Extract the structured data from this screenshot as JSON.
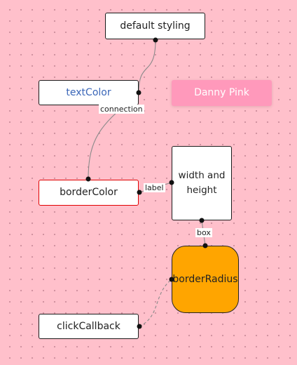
{
  "nodes": {
    "default_styling": "default styling",
    "text_color": "textColor",
    "danny_pink": "Danny Pink",
    "border_color": "borderColor",
    "width_and_height": "width and height",
    "border_radius": "borderRadius",
    "click_callback": "clickCallback"
  },
  "edge_labels": {
    "connection": "connection",
    "label": "label",
    "box": "box"
  },
  "colors": {
    "canvas_background": "#ffc0cb",
    "danny_pink_fill": "#ff99bb",
    "border_radius_fill": "#ffa500",
    "border_color_outline": "#e00000",
    "text_color_text": "#3a66b8"
  }
}
